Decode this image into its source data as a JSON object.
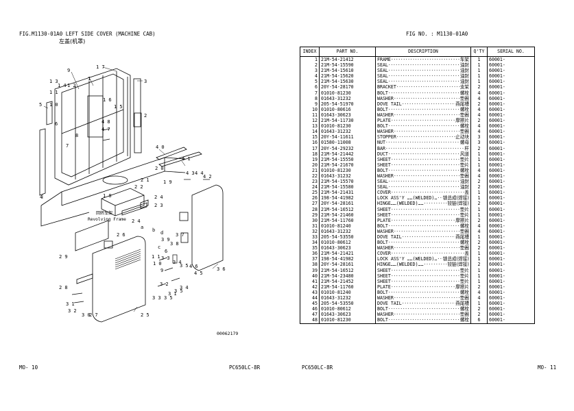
{
  "left_page": {
    "title": "FIG.M1130-01A0 LEFT SIDE COVER (MACHINE CAB)",
    "subtitle": "左盖(机罩)",
    "figure_code": "00062179",
    "footer_page": "MO- 10",
    "footer_model": "PC650LC-8R",
    "frame_label_cn": "回转车架",
    "frame_label_en": "Revolving Frame",
    "callouts": [
      "1",
      "2",
      "3",
      "4",
      "5",
      "6",
      "7",
      "8",
      "9",
      "10",
      "11",
      "12",
      "13",
      "14",
      "15",
      "16",
      "17",
      "18",
      "19",
      "20",
      "21",
      "22",
      "23",
      "24",
      "25",
      "26",
      "27",
      "28",
      "29",
      "30",
      "31",
      "32",
      "33",
      "34",
      "35",
      "36",
      "37",
      "38",
      "39",
      "40",
      "41",
      "42",
      "43",
      "44",
      "45",
      "46",
      "47",
      "48",
      "a",
      "b",
      "c",
      "d"
    ]
  },
  "right_page": {
    "fig_no": "FIG NO.  : M1130-01A0",
    "footer_model": "PC650LC-8R",
    "footer_page": "MO- 11",
    "columns": [
      "INDEX",
      "PART  NO.",
      "DESCRIPTION",
      "Q'TY",
      "SERIAL NO."
    ],
    "rows": [
      {
        "idx": "1",
        "part": "21M-54-21412",
        "en": "FRAME",
        "cn": "车架",
        "qty": "1",
        "serial": "60001-"
      },
      {
        "idx": "2",
        "part": "21M-54-15590",
        "en": " SEAL",
        "cn": "油封",
        "qty": "1",
        "serial": "60001-"
      },
      {
        "idx": "3",
        "part": "21M-54-15610",
        "en": " SEAL",
        "cn": "油封",
        "qty": "1",
        "serial": "60001-"
      },
      {
        "idx": "4",
        "part": "21M-54-15620",
        "en": " SEAL",
        "cn": "油封",
        "qty": "1",
        "serial": "60001-"
      },
      {
        "idx": "5",
        "part": "21M-54-15630",
        "en": " SEAL",
        "cn": "油封",
        "qty": "1",
        "serial": "60001-"
      },
      {
        "idx": "6",
        "part": "20Y-54-28170",
        "en": "BRACKET",
        "cn": "支架",
        "qty": "2",
        "serial": "60001-"
      },
      {
        "idx": "7",
        "part": "01010-81230",
        "en": "BOLT",
        "cn": "螺栓",
        "qty": "4",
        "serial": "60001-"
      },
      {
        "idx": "8",
        "part": "01643-31232",
        "en": "WASHER",
        "cn": "垫圈",
        "qty": "4",
        "serial": "60001-"
      },
      {
        "idx": "9",
        "part": "205-54-51970",
        "en": "DOVE TAIL",
        "cn": "燕尾槽",
        "qty": "2",
        "serial": "60001-"
      },
      {
        "idx": "10",
        "part": "01010-80616",
        "en": "BOLT",
        "cn": "螺栓",
        "qty": "4",
        "serial": "60001-"
      },
      {
        "idx": "11",
        "part": "01643-30623",
        "en": "WASHER",
        "cn": "垫圈",
        "qty": "4",
        "serial": "60001-"
      },
      {
        "idx": "12",
        "part": "21M-54-11730",
        "en": "PLATE",
        "cn": "摩擦片",
        "qty": "2",
        "serial": "60001-"
      },
      {
        "idx": "13",
        "part": "01010-81230",
        "en": "BOLT",
        "cn": "螺栓",
        "qty": "4",
        "serial": "60001-"
      },
      {
        "idx": "14",
        "part": "01643-31232",
        "en": "WASHER",
        "cn": "垫圈",
        "qty": "4",
        "serial": "60001-"
      },
      {
        "idx": "15",
        "part": "20Y-54-11611",
        "en": "STOPPER",
        "cn": "止动块",
        "qty": "3",
        "serial": "60001-"
      },
      {
        "idx": "16",
        "part": "01580-11008",
        "en": "NUT",
        "cn": "螺母",
        "qty": "3",
        "serial": "60001-"
      },
      {
        "idx": "17",
        "part": "20Y-54-29232",
        "en": "BAR",
        "cn": "杆",
        "qty": "2",
        "serial": "60001-"
      },
      {
        "idx": "18",
        "part": "21M-54-21442",
        "en": "DUCT",
        "cn": "风道",
        "qty": "1",
        "serial": "60001-"
      },
      {
        "idx": "19",
        "part": "21M-54-15550",
        "en": " SHEET",
        "cn": "垫片",
        "qty": "1",
        "serial": "60001-"
      },
      {
        "idx": "20",
        "part": "21M-54-21670",
        "en": " SHEET",
        "cn": "垫片",
        "qty": "1",
        "serial": "60001-"
      },
      {
        "idx": "21",
        "part": "01010-81230",
        "en": "BOLT",
        "cn": "螺栓",
        "qty": "4",
        "serial": "60001-"
      },
      {
        "idx": "22",
        "part": "01643-31232",
        "en": "WASHER",
        "cn": "垫圈",
        "qty": "4",
        "serial": "60001-"
      },
      {
        "idx": "23",
        "part": "21M-54-15570",
        "en": "SEAL",
        "cn": "油封",
        "qty": "2",
        "serial": "60001-"
      },
      {
        "idx": "24",
        "part": "21M-54-15580",
        "en": "SEAL",
        "cn": "油封",
        "qty": "2",
        "serial": "60001-"
      },
      {
        "idx": "25",
        "part": "21M-54-21431",
        "en": "COVER",
        "cn": "盖",
        "qty": "1",
        "serial": "60001-"
      },
      {
        "idx": "26",
        "part": "198-54-41982",
        "en": " LOCK ASS'Y ……(WELDED)…",
        "cn": "锁总成(焊接)",
        "qty": "1",
        "serial": "60001-"
      },
      {
        "idx": "27",
        "part": "20Y-54-28161",
        "en": " HINGE……(WELDED)……",
        "cn": "铰链(焊接)",
        "qty": "2",
        "serial": "60001-"
      },
      {
        "idx": "28",
        "part": "21M-54-16512",
        "en": " SHEET",
        "cn": "垫片",
        "qty": "1",
        "serial": "60001-"
      },
      {
        "idx": "29",
        "part": "21M-54-21460",
        "en": " SHEET",
        "cn": "垫片",
        "qty": "1",
        "serial": "60001-"
      },
      {
        "idx": "30",
        "part": "21M-54-11760",
        "en": "PLATE",
        "cn": "摩擦片",
        "qty": "2",
        "serial": "60001-"
      },
      {
        "idx": "31",
        "part": "01010-81240",
        "en": "BOLT",
        "cn": "螺栓",
        "qty": "4",
        "serial": "60001-"
      },
      {
        "idx": "32",
        "part": "01643-31232",
        "en": "WASHER",
        "cn": "垫圈",
        "qty": "4",
        "serial": "60001-"
      },
      {
        "idx": "33",
        "part": "205-54-53550",
        "en": "DOVE TAIL",
        "cn": "燕尾槽",
        "qty": "1",
        "serial": "60001-"
      },
      {
        "idx": "34",
        "part": "01010-80612",
        "en": "BOLT",
        "cn": "螺栓",
        "qty": "2",
        "serial": "60001-"
      },
      {
        "idx": "35",
        "part": "01643-30623",
        "en": "WASHER",
        "cn": "垫圈",
        "qty": "2",
        "serial": "60001-"
      },
      {
        "idx": "36",
        "part": "21M-54-21421",
        "en": "COVER",
        "cn": "盖",
        "qty": "1",
        "serial": "60001-"
      },
      {
        "idx": "37",
        "part": "198-54-41982",
        "en": " LOCK ASS'Y ……(WELDED)…",
        "cn": "锁总成(焊接)",
        "qty": "1",
        "serial": "60001-"
      },
      {
        "idx": "38",
        "part": "20Y-54-28161",
        "en": " HINGE……(WELDED)……",
        "cn": "铰链(焊接)",
        "qty": "2",
        "serial": "60001-"
      },
      {
        "idx": "39",
        "part": "21M-54-16512",
        "en": " SHEET",
        "cn": "垫片",
        "qty": "1",
        "serial": "60001-"
      },
      {
        "idx": "40",
        "part": "21M-54-23480",
        "en": " SHEET",
        "cn": "垫片",
        "qty": "1",
        "serial": "60001-"
      },
      {
        "idx": "41",
        "part": "21M-54-21452",
        "en": " SHEET",
        "cn": "垫片",
        "qty": "1",
        "serial": "60001-"
      },
      {
        "idx": "42",
        "part": "21M-54-11760",
        "en": "PLATE",
        "cn": "摩擦片",
        "qty": "2",
        "serial": "60001-"
      },
      {
        "idx": "43",
        "part": "01010-81240",
        "en": "BOLT",
        "cn": "螺栓",
        "qty": "4",
        "serial": "60001-"
      },
      {
        "idx": "44",
        "part": "01643-31232",
        "en": "WASHER",
        "cn": "垫圈",
        "qty": "4",
        "serial": "60001-"
      },
      {
        "idx": "45",
        "part": "205-54-53550",
        "en": "DOVE TAIL",
        "cn": "燕尾槽",
        "qty": "1",
        "serial": "60001-"
      },
      {
        "idx": "46",
        "part": "01010-80612",
        "en": "BOLT",
        "cn": "螺栓",
        "qty": "2",
        "serial": "60001-"
      },
      {
        "idx": "47",
        "part": "01643-30623",
        "en": "WASHER",
        "cn": "垫圈",
        "qty": "2",
        "serial": "60001-"
      },
      {
        "idx": "48",
        "part": "01010-81230",
        "en": "BOLT",
        "cn": "螺栓",
        "qty": "6",
        "serial": "60001-"
      }
    ]
  }
}
